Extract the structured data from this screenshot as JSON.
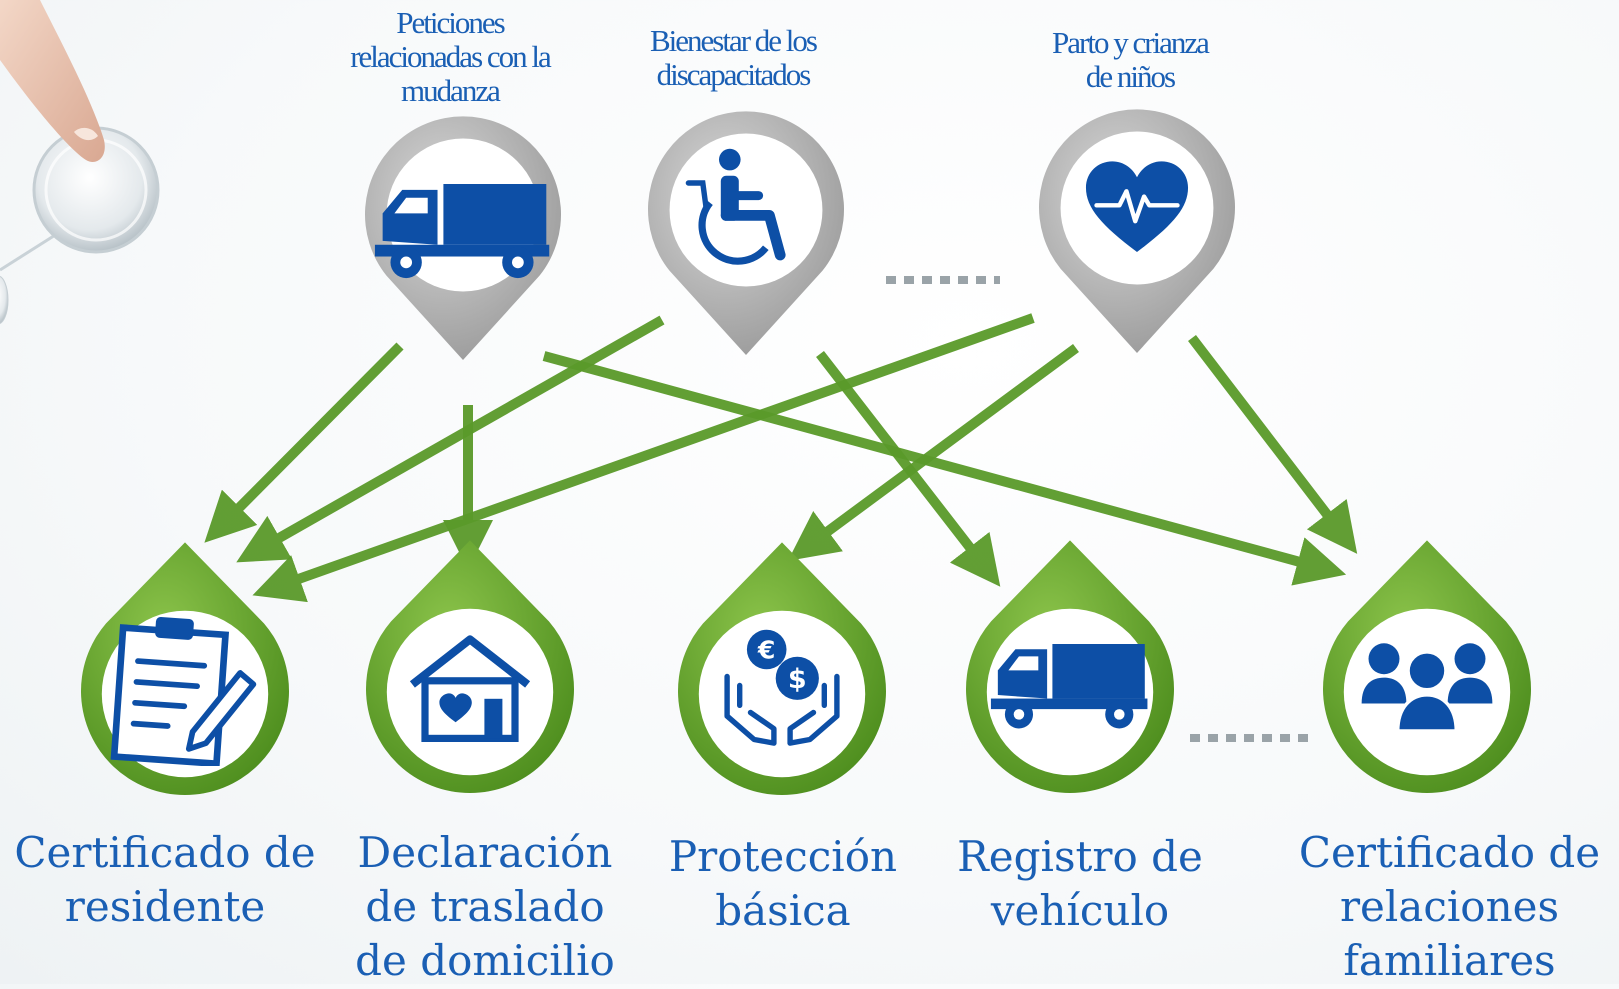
{
  "categories": [
    {
      "id": "moving",
      "label": "Peticiones\nrelacionadas con la\nmudanza",
      "icon": "truck-icon"
    },
    {
      "id": "disability",
      "label": "Bienestar de los\ndiscapacitados",
      "icon": "wheelchair-icon"
    },
    {
      "id": "childbirth",
      "label": "Parto y crianza\nde niños",
      "icon": "heart-pulse-icon"
    }
  ],
  "services": [
    {
      "id": "resident",
      "label": "Certificado de\nresidente",
      "icon": "clipboard-pencil-icon"
    },
    {
      "id": "address",
      "label": "Declaración\nde traslado\nde domicilio",
      "icon": "house-heart-icon"
    },
    {
      "id": "protection",
      "label": "Protección\nbásica",
      "icon": "hands-money-icon"
    },
    {
      "id": "vehicle",
      "label": "Registro de\nvehículo",
      "icon": "truck-icon"
    },
    {
      "id": "family",
      "label": "Certificado de\nrelaciones\nfamiliares",
      "icon": "people-group-icon"
    }
  ],
  "connections": [
    {
      "from": "moving",
      "to": "resident"
    },
    {
      "from": "moving",
      "to": "address"
    },
    {
      "from": "moving",
      "to": "family"
    },
    {
      "from": "disability",
      "to": "resident"
    },
    {
      "from": "disability",
      "to": "vehicle"
    },
    {
      "from": "childbirth",
      "to": "resident"
    },
    {
      "from": "childbirth",
      "to": "protection"
    },
    {
      "from": "childbirth",
      "to": "family"
    }
  ],
  "colors": {
    "icon_blue": "#0d4fa6",
    "label_blue": "#1a5fb4",
    "arrow_green": "#5a9a2a",
    "pin_gray": "#a9a9a9",
    "drop_green": "#6aaa2e"
  }
}
